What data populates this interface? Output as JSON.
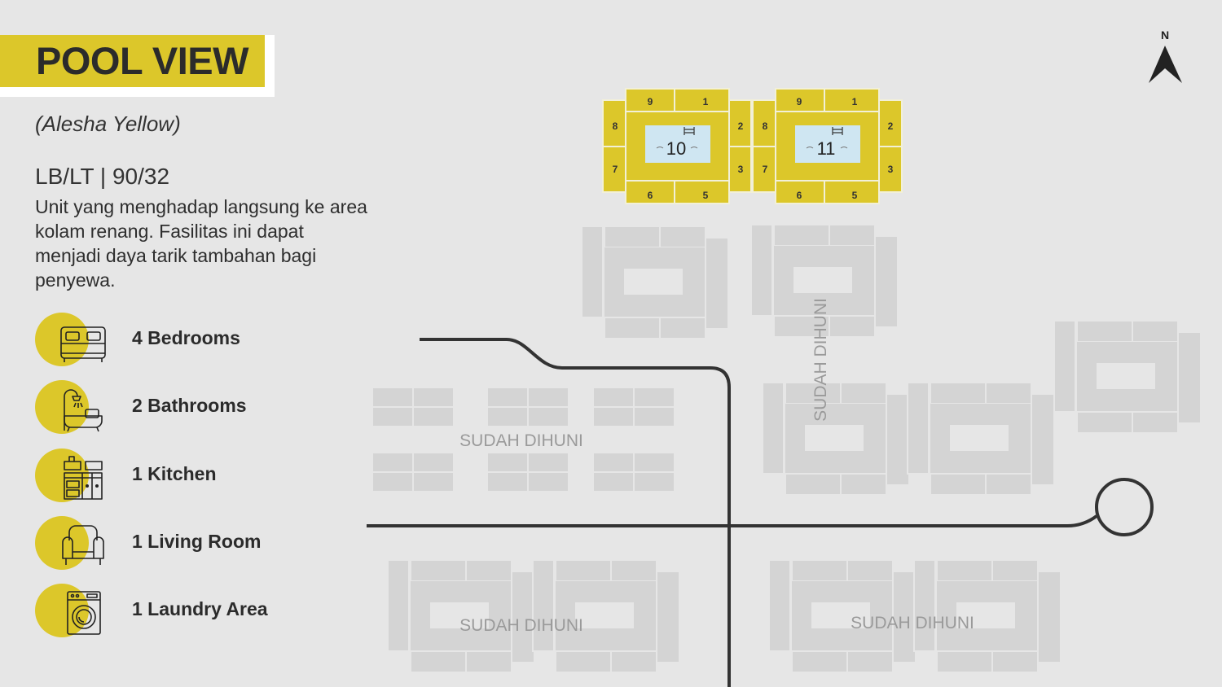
{
  "header": {
    "title": "POOL VIEW",
    "subtitle": "(Alesha Yellow)",
    "size": "LB/LT | 90/32",
    "description": "Unit yang menghadap langsung ke area kolam renang. Fasilitas ini dapat menjadi daya tarik tambahan bagi penyewa."
  },
  "features": [
    {
      "icon": "bed-icon",
      "label": "4 Bedrooms"
    },
    {
      "icon": "shower-bathtub-icon",
      "label": "2 Bathrooms"
    },
    {
      "icon": "kitchen-stove-icon",
      "label": "1 Kitchen"
    },
    {
      "icon": "armchair-icon",
      "label": "1 Living Room"
    },
    {
      "icon": "washing-machine-icon",
      "label": "1 Laundry Area"
    }
  ],
  "map": {
    "compass": "N",
    "clusters": [
      {
        "number": "10",
        "units": [
          "1",
          "2",
          "3",
          "5",
          "6",
          "7",
          "8",
          "9"
        ]
      },
      {
        "number": "11",
        "units": [
          "1",
          "2",
          "3",
          "5",
          "6",
          "7",
          "8",
          "9"
        ]
      }
    ],
    "occupied_labels": [
      "SUDAH DIHUNI",
      "SUDAH DIHUNI",
      "SUDAH DIHUNI",
      "SUDAH DIHUNI"
    ]
  },
  "colors": {
    "accent": "#dcc72a",
    "background": "#e6e6e6",
    "block": "#d4d4d4",
    "road": "#333333",
    "pool": "#cfe6f2"
  }
}
